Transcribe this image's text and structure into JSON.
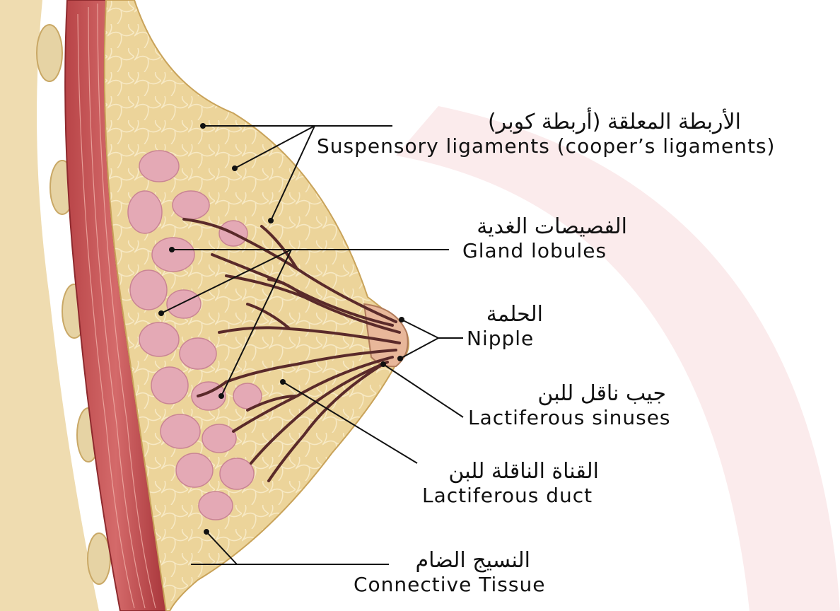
{
  "colors": {
    "background": "#ffffff",
    "background_arc": "#fbe9ea",
    "muscle": "#c9585a",
    "muscle_dark": "#9e2e32",
    "fat_tissue": "#ecd49a",
    "fat_tissue_edge": "#c9a35a",
    "lobule": "#e4a9b5",
    "duct": "#5a2a2a",
    "leader_line": "#111111",
    "text": "#111111"
  },
  "labels": {
    "suspensory": {
      "arabic": "الأربطة المعلقة (أربطة كوبر)",
      "english": "Suspensory ligaments (cooper’s ligaments)"
    },
    "gland_lobules": {
      "arabic": "الفصيصات الغدية",
      "english": "Gland lobules"
    },
    "nipple": {
      "arabic": "الحلمة",
      "english": "Nipple"
    },
    "sinuses": {
      "arabic": "جيب ناقل للبن",
      "english": "Lactiferous sinuses"
    },
    "duct": {
      "arabic": "القناة الناقلة للبن",
      "english": "Lactiferous duct"
    },
    "connective": {
      "arabic": "النسيج الضام",
      "english": "Connective Tissue"
    }
  }
}
